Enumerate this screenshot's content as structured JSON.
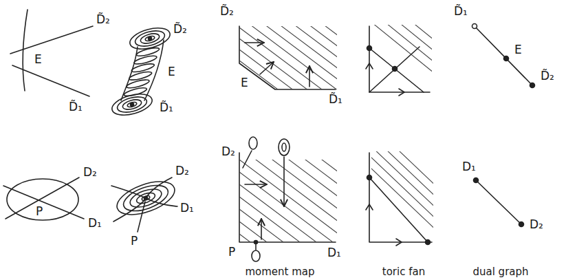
{
  "diagram": {
    "labels": [
      "D̃₂",
      "E",
      "D̃₁",
      "D̃₂",
      "E",
      "D̃₁",
      "D̃₂",
      "E",
      "D̃₁",
      "D̃₁",
      "E",
      "D̃₂",
      "D₂",
      "P",
      "D₁",
      "D₂",
      "D₁",
      "P",
      "D₂",
      "P",
      "D₁",
      "D₁",
      "D₂",
      "moment map",
      "toric fan",
      "dual graph"
    ]
  }
}
